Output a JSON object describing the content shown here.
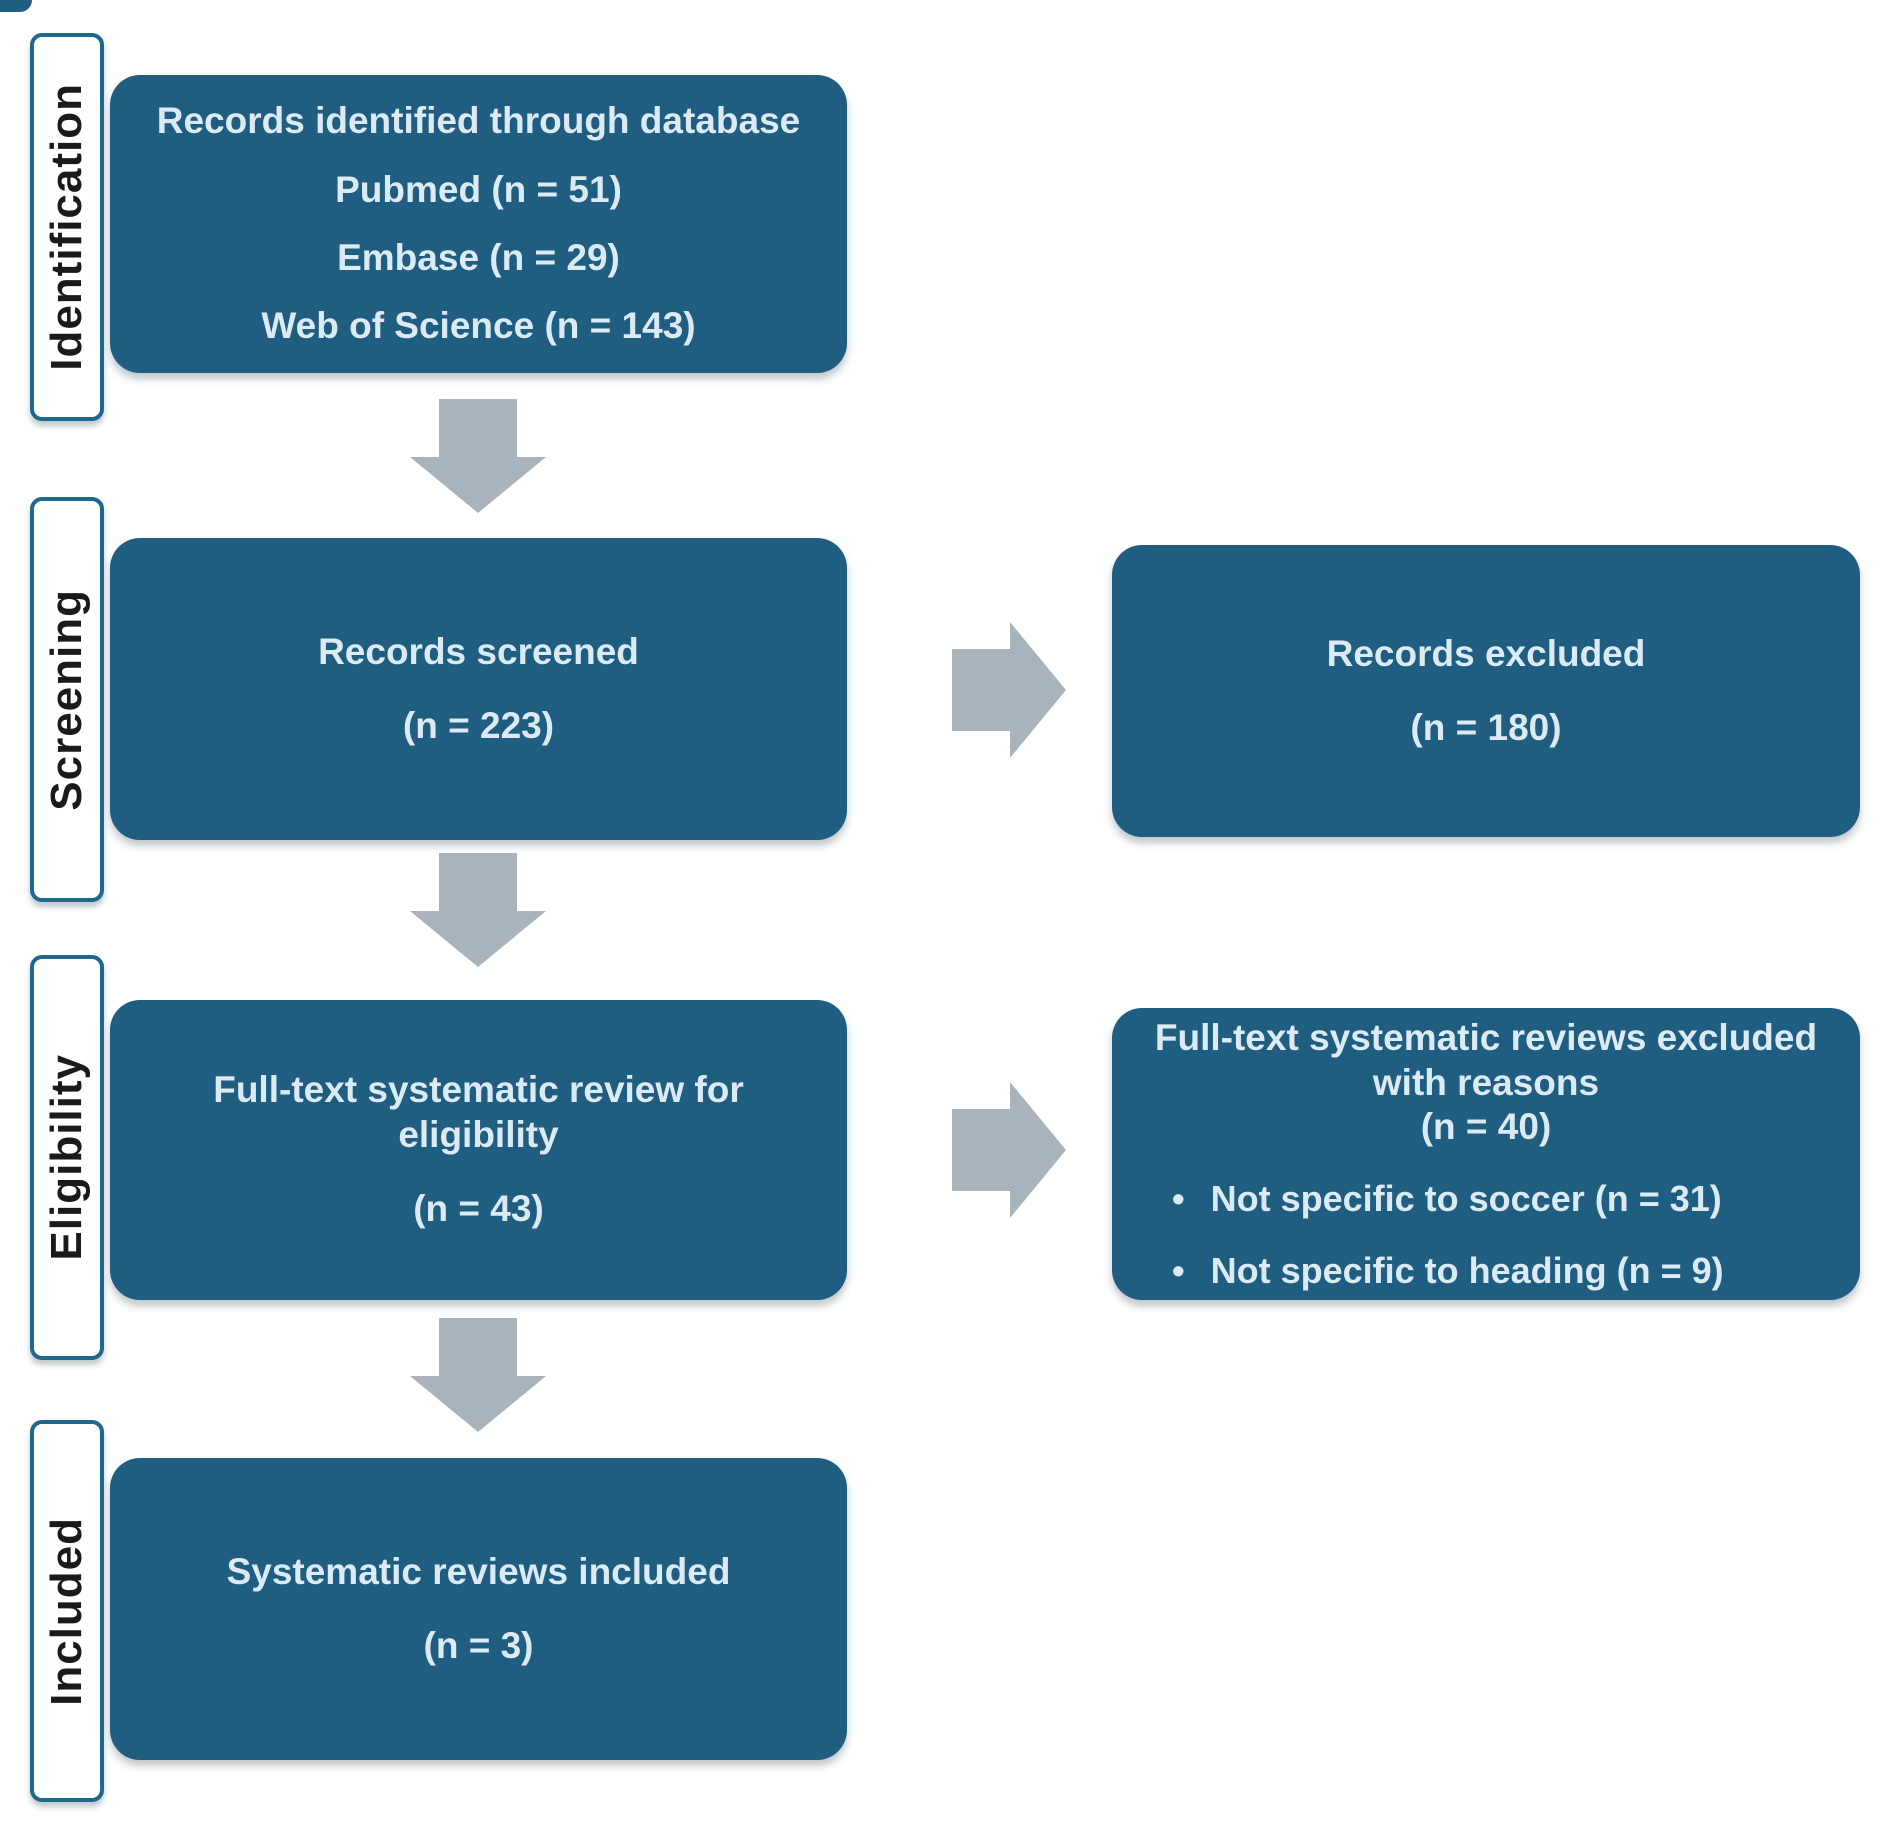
{
  "stages": [
    {
      "label": "Identification"
    },
    {
      "label": "Screening"
    },
    {
      "label": "Eligibility"
    },
    {
      "label": "Included"
    }
  ],
  "boxes": {
    "identification": {
      "lines": [
        "Records identified through database",
        "Pubmed (n = 51)",
        "Embase (n = 29)",
        "Web of Science (n = 143)"
      ]
    },
    "screening": {
      "lines": [
        "Records screened",
        "(n = 223)"
      ]
    },
    "screening_excluded": {
      "lines": [
        "Records excluded",
        "(n = 180)"
      ]
    },
    "eligibility": {
      "lines": [
        "Full-text systematic review for eligibility",
        "(n = 43)"
      ]
    },
    "eligibility_excluded": {
      "title": "Full-text systematic reviews excluded with reasons",
      "count": "(n = 40)",
      "bullet_marker": "•",
      "bullets": [
        "Not specific to soccer (n = 31)",
        "Not specific to heading (n = 9)"
      ]
    },
    "included": {
      "lines": [
        "Systematic reviews included",
        "(n = 3)"
      ]
    }
  },
  "colors": {
    "box_fill": "#1F5E80",
    "box_text": "#DCEAF3",
    "label_border": "#1D688C",
    "label_text": "#1A1A1A",
    "arrow": "#A9B3BC",
    "background": "#FFFFFF"
  }
}
